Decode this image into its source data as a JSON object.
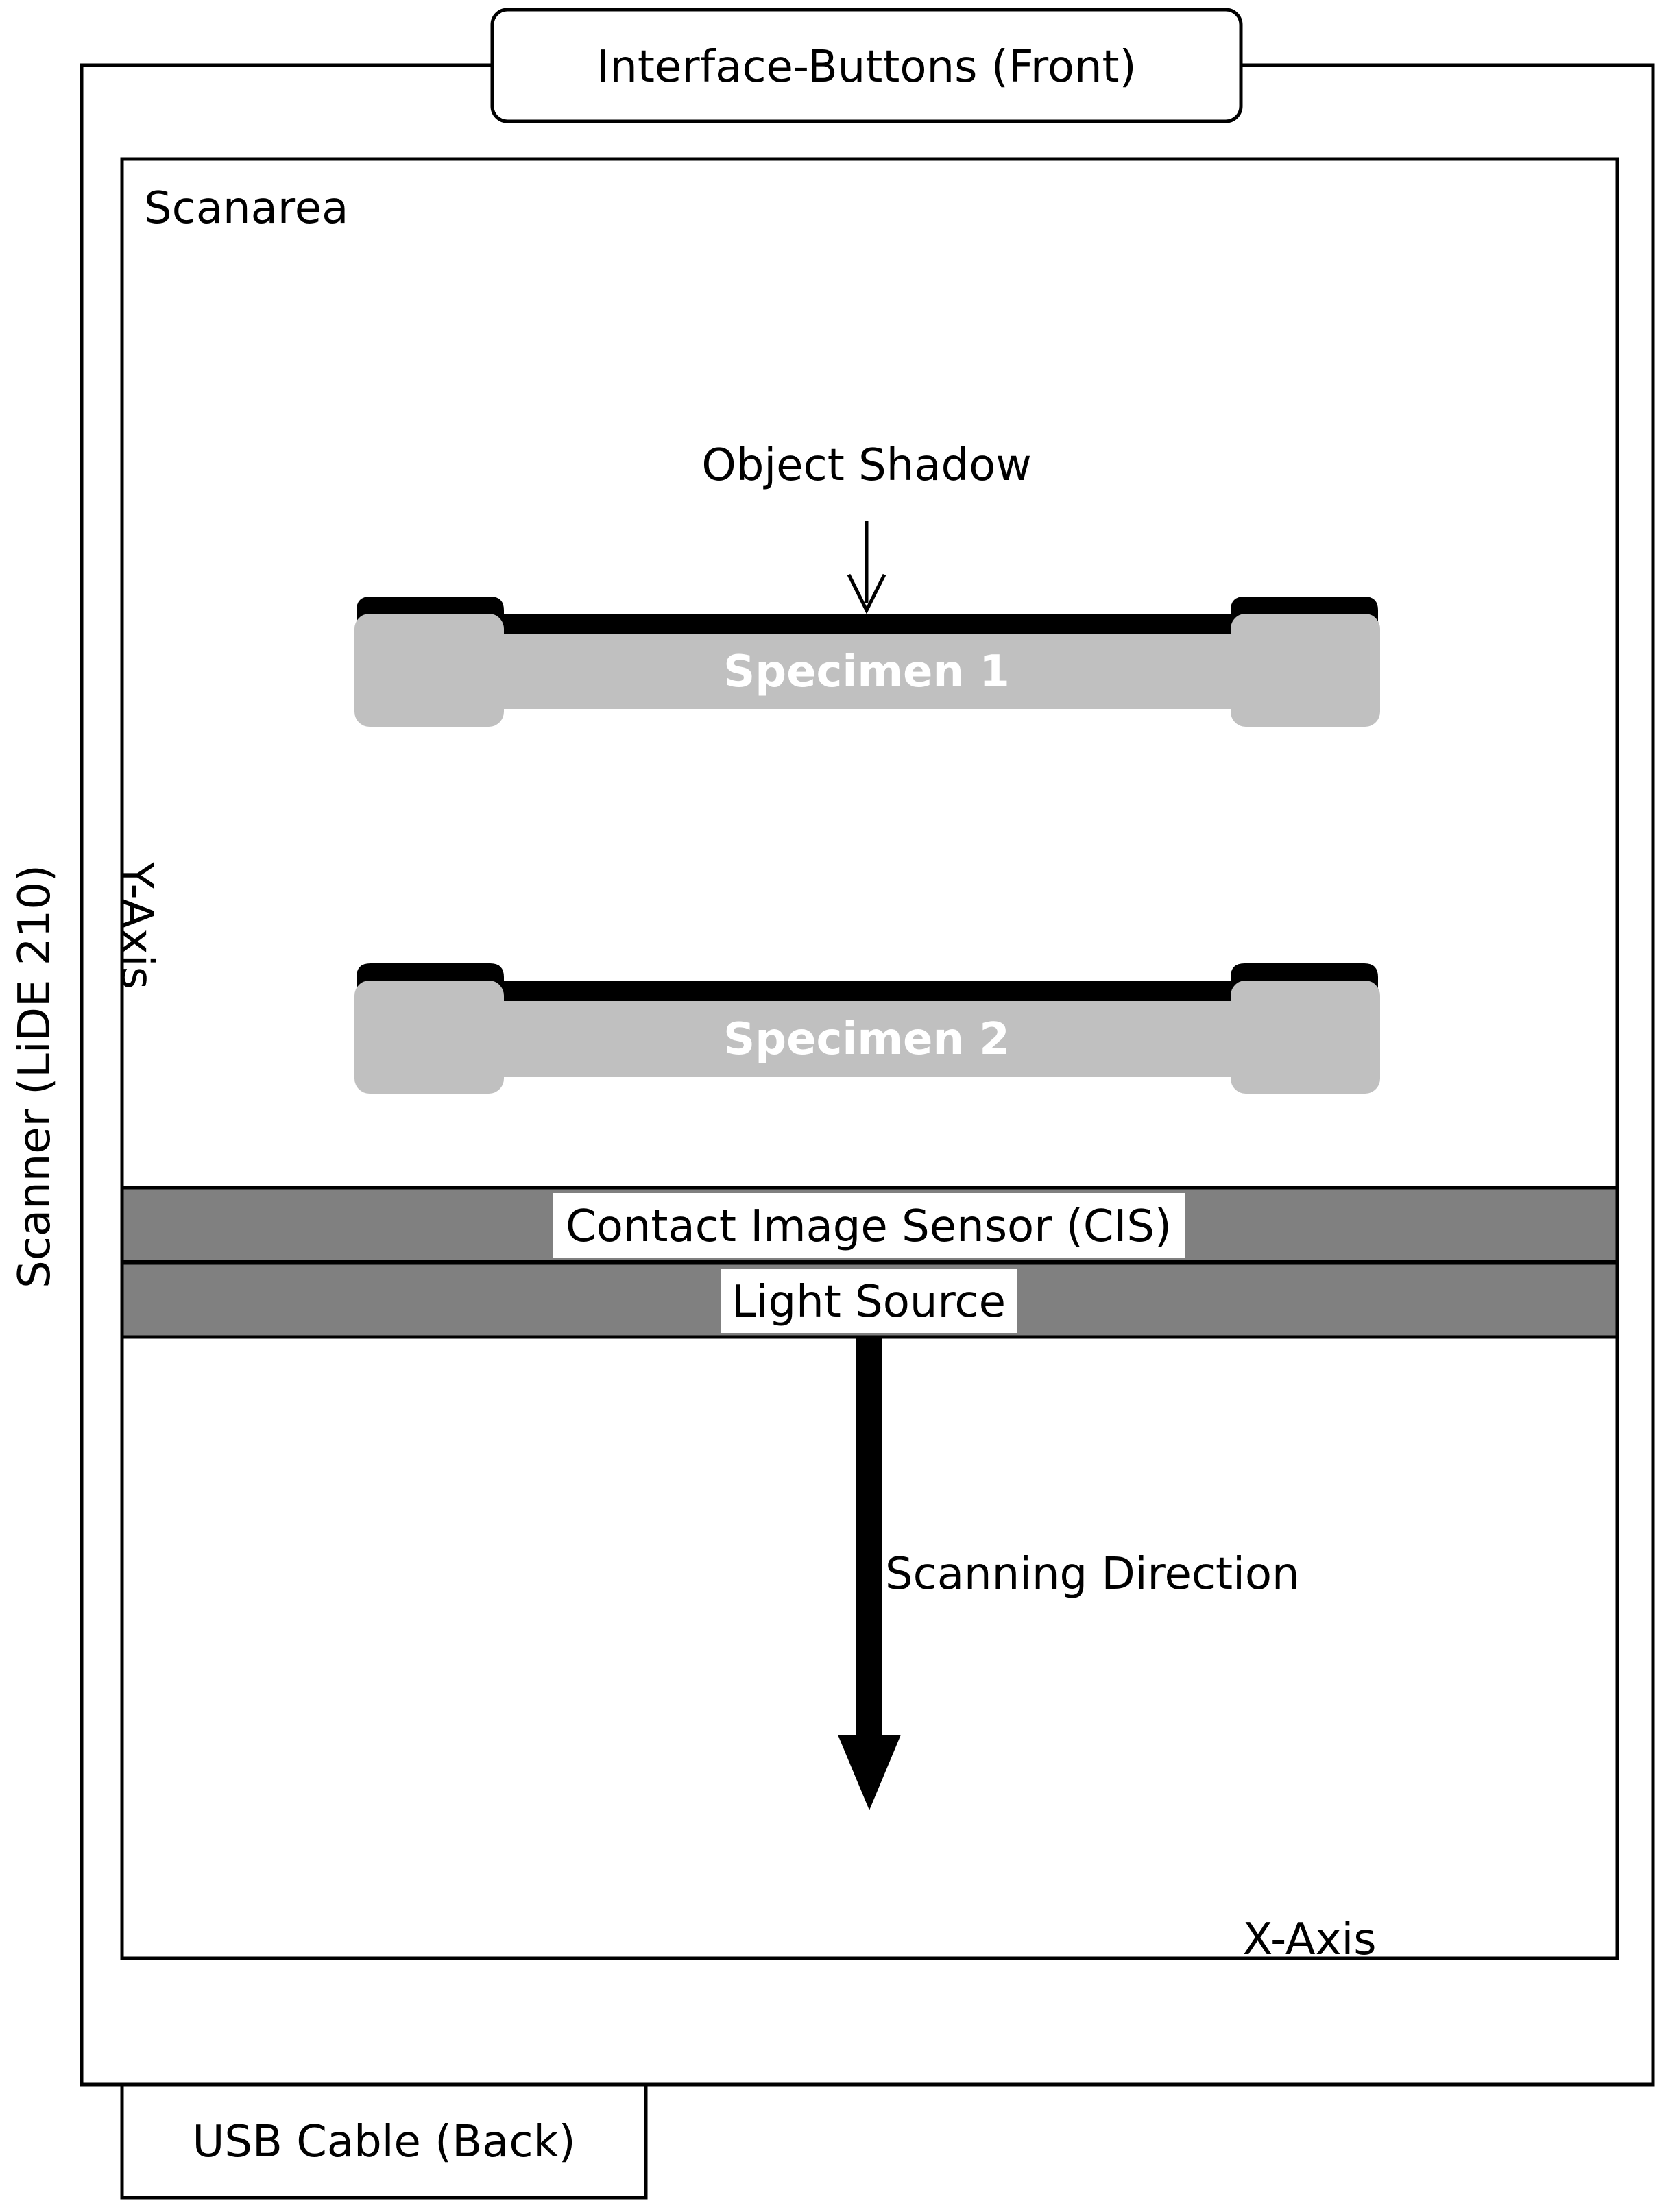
{
  "labels": {
    "interface_buttons": "Interface-Buttons (Front)",
    "scanarea": "Scanarea",
    "object_shadow": "Object Shadow",
    "specimen_1": "Specimen 1",
    "specimen_2": "Specimen 2",
    "y_axis": "Y-Axis",
    "scanner": "Scanner (LiDE 210)",
    "cis": "Contact Image Sensor (CIS)",
    "light_source": "Light Source",
    "scanning_direction": "Scanning Direction",
    "x_axis": "X-Axis",
    "usb_cable": "USB Cable (Back)"
  },
  "colors": {
    "specimen": "#c0c0c0",
    "shadow": "#000000",
    "sensor_bar": "#808080",
    "background": "#ffffff"
  }
}
